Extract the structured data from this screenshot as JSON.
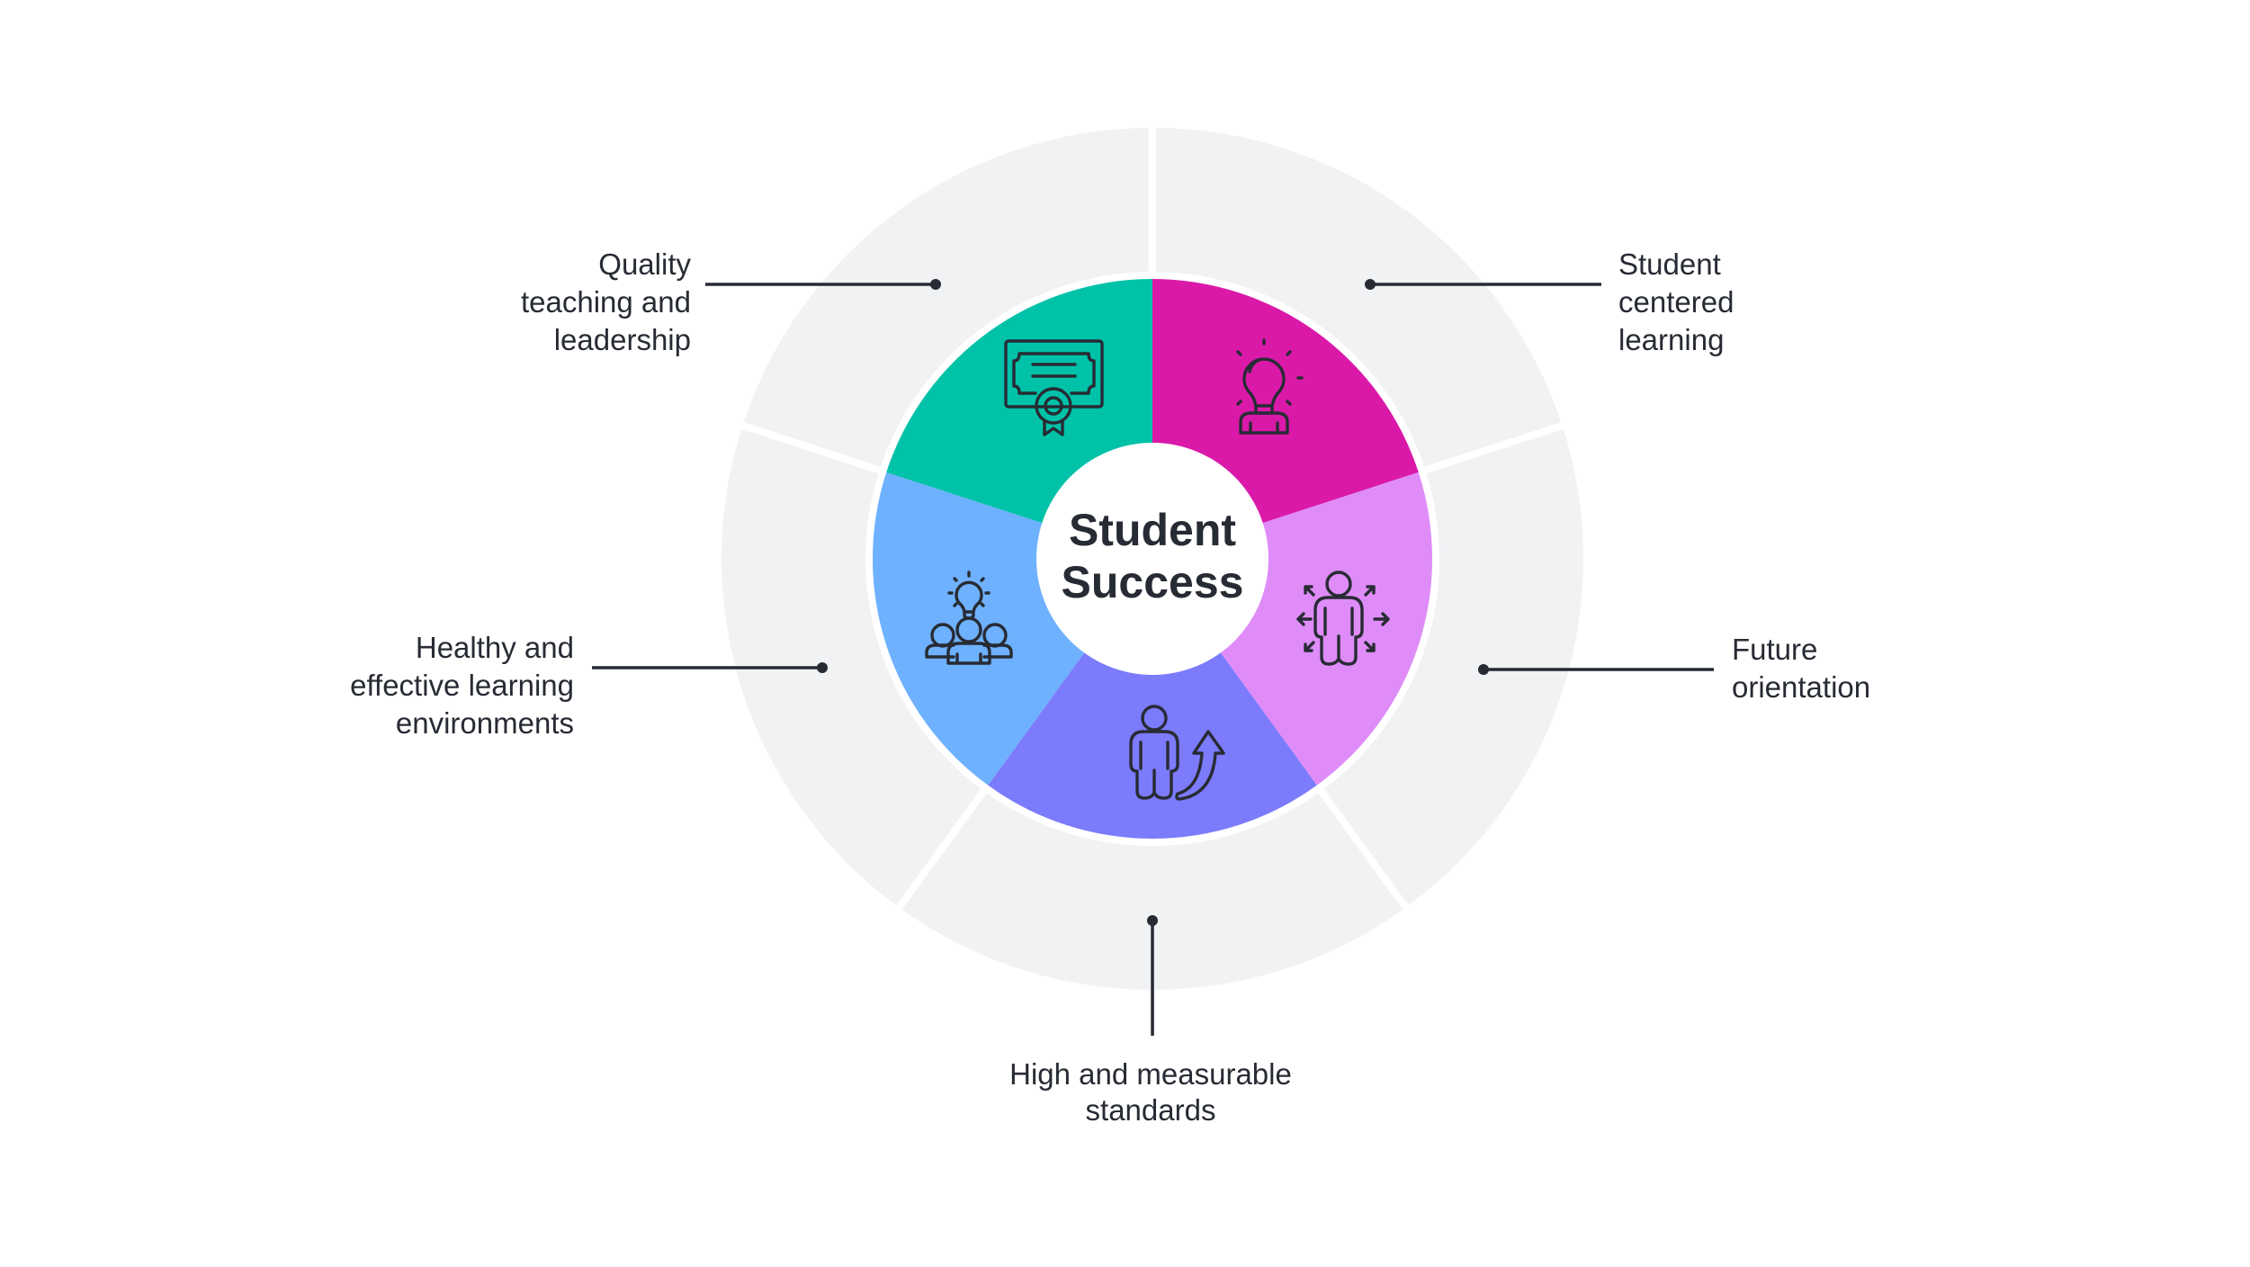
{
  "center": {
    "title_line1": "Student",
    "title_line2": "Success"
  },
  "colors": {
    "ring_gray": "#F1F2F4",
    "text": "#272B33",
    "background": "#FFFFFF"
  },
  "pillars": [
    {
      "id": "student-centered-learning",
      "label_lines": [
        "Student",
        "centered",
        "learning"
      ],
      "color": "#DA19A9",
      "icon": "lightbulb-person-icon"
    },
    {
      "id": "future-orientation",
      "label_lines": [
        "Future",
        "orientation"
      ],
      "color": "#DF8CF9",
      "icon": "person-expanding-arrows-icon"
    },
    {
      "id": "high-and-measurable-standards",
      "label_lines": [
        "High and measurable",
        "standards"
      ],
      "color": "#7B7BFC",
      "icon": "person-growth-arrow-icon"
    },
    {
      "id": "healthy-and-effective-learning-environments",
      "label_lines": [
        "Healthy and",
        "effective learning",
        "environments"
      ],
      "color": "#6EB1FF",
      "icon": "group-idea-icon"
    },
    {
      "id": "quality-teaching-and-leadership",
      "label_lines": [
        "Quality",
        "teaching and",
        "leadership"
      ],
      "color": "#00C2A8",
      "icon": "certificate-icon"
    }
  ]
}
